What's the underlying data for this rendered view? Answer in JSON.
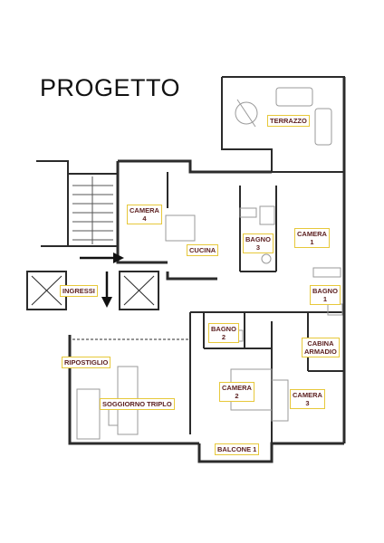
{
  "title": "PROGETTO",
  "rooms": {
    "terrazzo": "TERRAZZO",
    "camera4": "CAMERA\n4",
    "cucina": "CUCINA",
    "bagno3": "BAGNO\n3",
    "camera1": "CAMERA\n1",
    "ingressi": "INGRESSI",
    "bagno1": "BAGNO\n1",
    "bagno2": "BAGNO\n2",
    "cabina_armadio": "CABINA\nARMADIO",
    "ripostiglio": "RIPOSTIGLIO",
    "camera2": "CAMERA\n2",
    "camera3": "CAMERA\n3",
    "soggiorno": "SOGGIORNO TRIPLO",
    "balcone1": "BALCONE 1"
  },
  "colors": {
    "label_border": "#e7c83a",
    "label_text": "#5a1d1d",
    "wall": "#2b2b2b",
    "furniture": "#9a9a9a"
  }
}
